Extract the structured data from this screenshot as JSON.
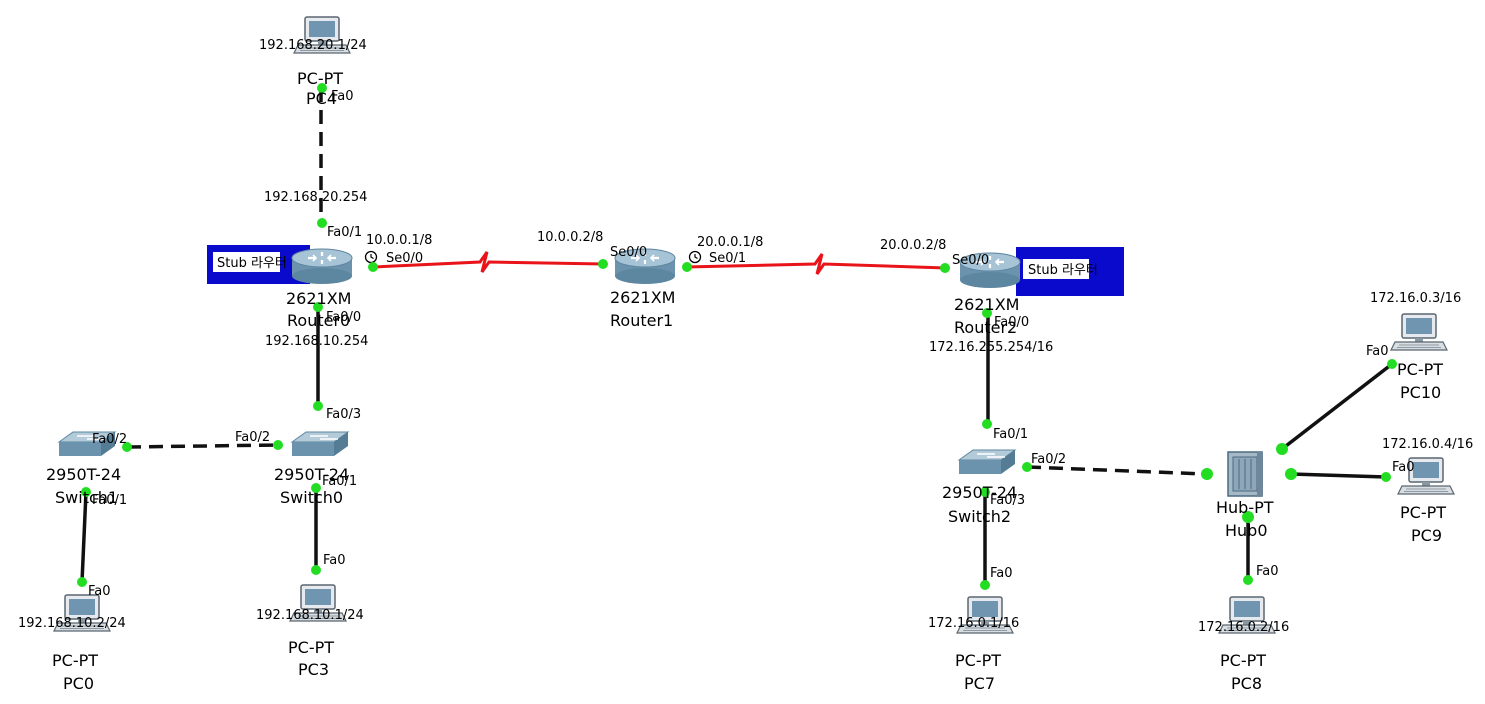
{
  "colors": {
    "serial_link": "#e8141a",
    "ethernet_link": "#111111",
    "port_dot": "#22dd22",
    "stub_box": "#0a0acc",
    "router_body": "#7fa7bd",
    "switch_body": "#7ea3b8"
  },
  "devices": {
    "pc4": {
      "model": "PC-PT",
      "name": "PC4",
      "ip": "192.168.20.1/24",
      "port": "Fa0"
    },
    "router0": {
      "model": "2621XM",
      "name": "Router0",
      "stub": "Stub 라우터",
      "fa01_port": "Fa0/1",
      "fa01_ip": "192.168.20.254",
      "fa00_port": "Fa0/0",
      "fa00_ip": "192.168.10.254",
      "se00_port": "Se0/0",
      "se00_ip": "10.0.0.1/8"
    },
    "router1": {
      "model": "2621XM",
      "name": "Router1",
      "se00_port": "Se0/0",
      "se00_ip": "10.0.0.2/8",
      "se01_port": "Se0/1",
      "se01_ip": "20.0.0.1/8"
    },
    "router2": {
      "model": "2621XM",
      "name": "Router2",
      "stub": "Stub 라우터",
      "se00_port": "Se0/0",
      "se00_ip": "20.0.0.2/8",
      "fa00_port": "Fa0/0",
      "fa00_ip": "172.16.255.254/16"
    },
    "switch0": {
      "model": "2950T-24",
      "name": "Switch0",
      "p3": "Fa0/3",
      "p2": "Fa0/2",
      "p1": "Fa0/1"
    },
    "switch1": {
      "model": "2950T-24",
      "name": "Switch1",
      "p2": "Fa0/2",
      "p1": "Fa0/1"
    },
    "switch2": {
      "model": "2950T-24",
      "name": "Switch2",
      "p1": "Fa0/1",
      "p2": "Fa0/2",
      "p3": "Fa0/3"
    },
    "hub0": {
      "model": "Hub-PT",
      "name": "Hub0"
    },
    "pc0": {
      "model": "PC-PT",
      "name": "PC0",
      "ip": "192.168.10.2/24",
      "port": "Fa0"
    },
    "pc3": {
      "model": "PC-PT",
      "name": "PC3",
      "ip": "192.168.10.1/24",
      "port": "Fa0"
    },
    "pc7": {
      "model": "PC-PT",
      "name": "PC7",
      "ip": "172.16.0.1/16",
      "port": "Fa0"
    },
    "pc8": {
      "model": "PC-PT",
      "name": "PC8",
      "ip": "172.16.0.2/16",
      "port": "Fa0"
    },
    "pc9": {
      "model": "PC-PT",
      "name": "PC9",
      "ip": "172.16.0.4/16",
      "port": "Fa0"
    },
    "pc10": {
      "model": "PC-PT",
      "name": "PC10",
      "ip": "172.16.0.3/16",
      "port": "Fa0"
    }
  }
}
